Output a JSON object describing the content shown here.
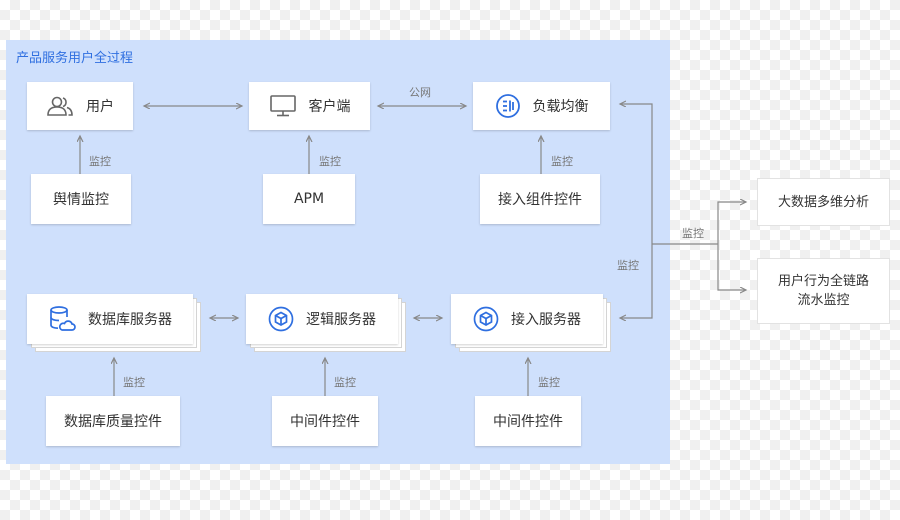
{
  "panel": {
    "title": "产品服务用户全过程"
  },
  "nodes": {
    "user": "用户",
    "client": "客户端",
    "load_balancer": "负载均衡",
    "opinion_monitor": "舆情监控",
    "apm": "APM",
    "access_component": "接入组件控件",
    "db_server": "数据库服务器",
    "logic_server": "逻辑服务器",
    "access_server": "接入服务器",
    "db_quality": "数据库质量控件",
    "middleware_1": "中间件控件",
    "middleware_2": "中间件控件"
  },
  "edge_labels": {
    "public_network": "公网",
    "monitor_1": "监控",
    "monitor_2": "监控",
    "monitor_3": "监控",
    "monitor_4": "监控",
    "monitor_5": "监控",
    "monitor_6": "监控",
    "monitor_side": "监控",
    "monitor_out": "监控"
  },
  "outputs": {
    "bigdata": "大数据多维分析",
    "trace_line1": "用户行为全链路",
    "trace_line2": "流水监控"
  },
  "icons": {
    "user": "users-icon",
    "client": "monitor-icon",
    "load_balancer": "load-balancer-icon",
    "db_server": "database-cloud-icon",
    "logic_server": "cube-icon",
    "access_server": "cube-icon"
  },
  "colors": {
    "accent": "#2f6fe0",
    "panel": "#cfe0fc",
    "line": "#888888"
  }
}
